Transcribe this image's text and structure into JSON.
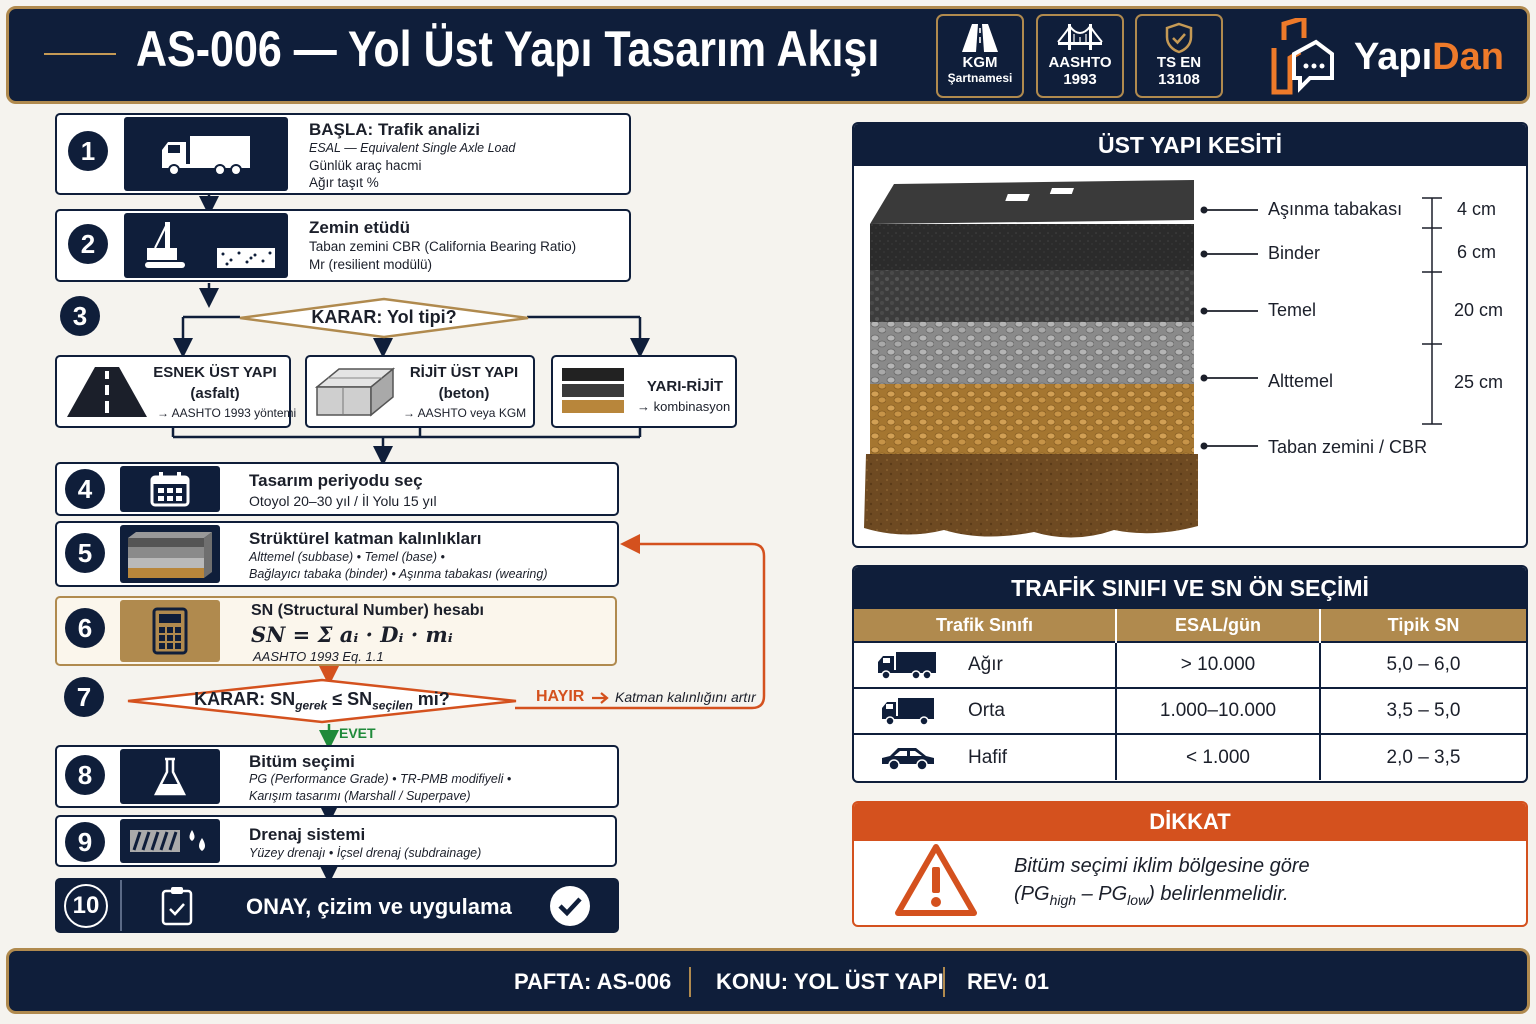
{
  "header": {
    "title": "AS-006 — Yol Üst Yapı Tasarım Akışı",
    "badges": [
      {
        "icon": "road-icon",
        "line1": "KGM",
        "line2": "Şartnamesi"
      },
      {
        "icon": "bridge-icon",
        "line1": "AASHTO",
        "line2": "1993"
      },
      {
        "icon": "shield-check-icon",
        "line1": "TS EN",
        "line2": "13108"
      }
    ],
    "brand": {
      "part1": "Yapı",
      "part2": "Dan"
    }
  },
  "flow": {
    "step1": {
      "num": "1",
      "title": "BAŞLA: Trafik analizi",
      "lines": [
        "ESAL — Equivalent Single Axle Load",
        "Günlük araç hacmi",
        "Ağır taşıt %"
      ]
    },
    "step2": {
      "num": "2",
      "title": "Zemin etüdü",
      "lines": [
        "Taban zemini CBR (California Bearing Ratio)",
        "Mr (resilient modülü)"
      ]
    },
    "step3": {
      "num": "3",
      "title": "KARAR: Yol tipi?"
    },
    "types": [
      {
        "title1": "ESNEK ÜST YAPI",
        "title2": "(asfalt)",
        "sub": "→ AASHTO 1993 yöntemi"
      },
      {
        "title1": "RİJİT ÜST YAPI",
        "title2": "(beton)",
        "sub": "→ AASHTO veya KGM"
      },
      {
        "title1": "YARI-RİJİT",
        "sub": "→ kombinasyon"
      }
    ],
    "step4": {
      "num": "4",
      "title": "Tasarım periyodu seç",
      "lines": [
        "Otoyol 20–30 yıl / İl Yolu 15 yıl"
      ]
    },
    "step5": {
      "num": "5",
      "title": "Strüktürel katman kalınlıkları",
      "lines": [
        "Alttemel (subbase) • Temel (base) •",
        "Bağlayıcı tabaka (binder) • Aşınma tabakası (wearing)"
      ]
    },
    "step6": {
      "num": "6",
      "title": "SN (Structural Number) hesabı",
      "formula": "SN = Σ aᵢ · Dᵢ · mᵢ",
      "ref": "AASHTO 1993 Eq. 1.1"
    },
    "step7": {
      "num": "7",
      "decision_pre": "KARAR: SN",
      "sub1": "gerek",
      "op": " ≤ SN",
      "sub2": "seçilen",
      "decision_post": " mi?",
      "no": "HAYIR",
      "no_action": "Katman kalınlığını artır",
      "yes": "EVET"
    },
    "step8": {
      "num": "8",
      "title": "Bitüm seçimi",
      "lines": [
        "PG (Performance Grade) • TR-PMB modifiyeli •",
        "Karışım tasarımı (Marshall / Superpave)"
      ]
    },
    "step9": {
      "num": "9",
      "title": "Drenaj sistemi",
      "lines": [
        "Yüzey drenajı • İçsel drenaj (subdrainage)"
      ]
    },
    "step10": {
      "num": "10",
      "title": "ONAY, çizim ve uygulama"
    }
  },
  "section": {
    "title": "ÜST YAPI KESİTİ",
    "layers": [
      {
        "name": "Aşınma tabakası",
        "thickness": "4 cm"
      },
      {
        "name": "Binder",
        "thickness": "6 cm"
      },
      {
        "name": "Temel",
        "thickness": "20 cm"
      },
      {
        "name": "Alttemel",
        "thickness": "25 cm"
      },
      {
        "name": "Taban zemini / CBR",
        "thickness": ""
      }
    ]
  },
  "traffic": {
    "title": "TRAFİK SINIFI VE SN ÖN SEÇİMİ",
    "columns": [
      "Trafik Sınıfı",
      "ESAL/gün",
      "Tipik SN"
    ],
    "rows": [
      {
        "icon": "heavy-truck-icon",
        "cls": "Ağır",
        "esal": "> 10.000",
        "sn": "5,0 – 6,0"
      },
      {
        "icon": "van-icon",
        "cls": "Orta",
        "esal": "1.000–10.000",
        "sn": "3,5 – 5,0"
      },
      {
        "icon": "car-icon",
        "cls": "Hafif",
        "esal": "< 1.000",
        "sn": "2,0 – 3,5"
      }
    ]
  },
  "warning": {
    "title": "DİKKAT",
    "line1": "Bitüm seçimi iklim bölgesine göre",
    "line2_pre": "(PG",
    "sub1": "high",
    "mid": " – PG",
    "sub2": "low",
    "line2_post": ") belirlenmelidir."
  },
  "footer": {
    "sheet": "PAFTA: AS-006",
    "topic": "KONU: YOL ÜST YAPI",
    "rev": "REV: 01"
  },
  "colors": {
    "navy": "#0f1e3a",
    "gold": "#b08a4e",
    "orange": "#d4511e",
    "green": "#1f8a3a"
  }
}
